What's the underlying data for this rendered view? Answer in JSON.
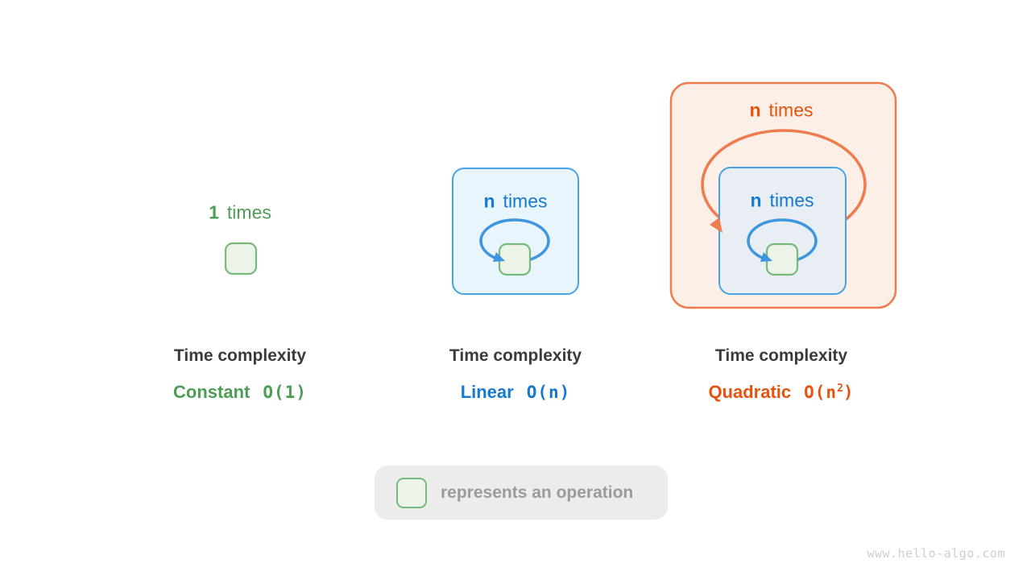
{
  "colors": {
    "green_text": "#4d9d55",
    "green_border": "#77b97a",
    "green_fill": "#ecf3e8",
    "blue_text": "#1579cf",
    "blue_border": "#49a2e2",
    "loop_blue": "#3e97de",
    "blue_fill": "#e9f5fd",
    "blue_gray_fill": "#e9eef4",
    "orange_text": "#e5530f",
    "orange_border": "#ed7d4f",
    "orange_fill": "#fcefe7",
    "title_text": "#3b3b3b",
    "legend_bg": "#ececec",
    "legend_text": "#9b9b9b",
    "watermark": "#cbcfd2"
  },
  "panels": [
    {
      "id": "constant",
      "count": "1",
      "times_word": "times",
      "title": "Time complexity",
      "label": "Constant",
      "big_o": "O(1)"
    },
    {
      "id": "linear",
      "count": "n",
      "times_word": "times",
      "title": "Time complexity",
      "label": "Linear",
      "big_o": "O(n)"
    },
    {
      "id": "quadratic",
      "outer_count": "n",
      "outer_times_word": "times",
      "count": "n",
      "times_word": "times",
      "title": "Time complexity",
      "label": "Quadratic",
      "big_o_base": "O(n",
      "big_o_exp": "2",
      "big_o_close": ")"
    }
  ],
  "legend": {
    "text": "represents an operation"
  },
  "watermark": "www.hello-algo.com"
}
